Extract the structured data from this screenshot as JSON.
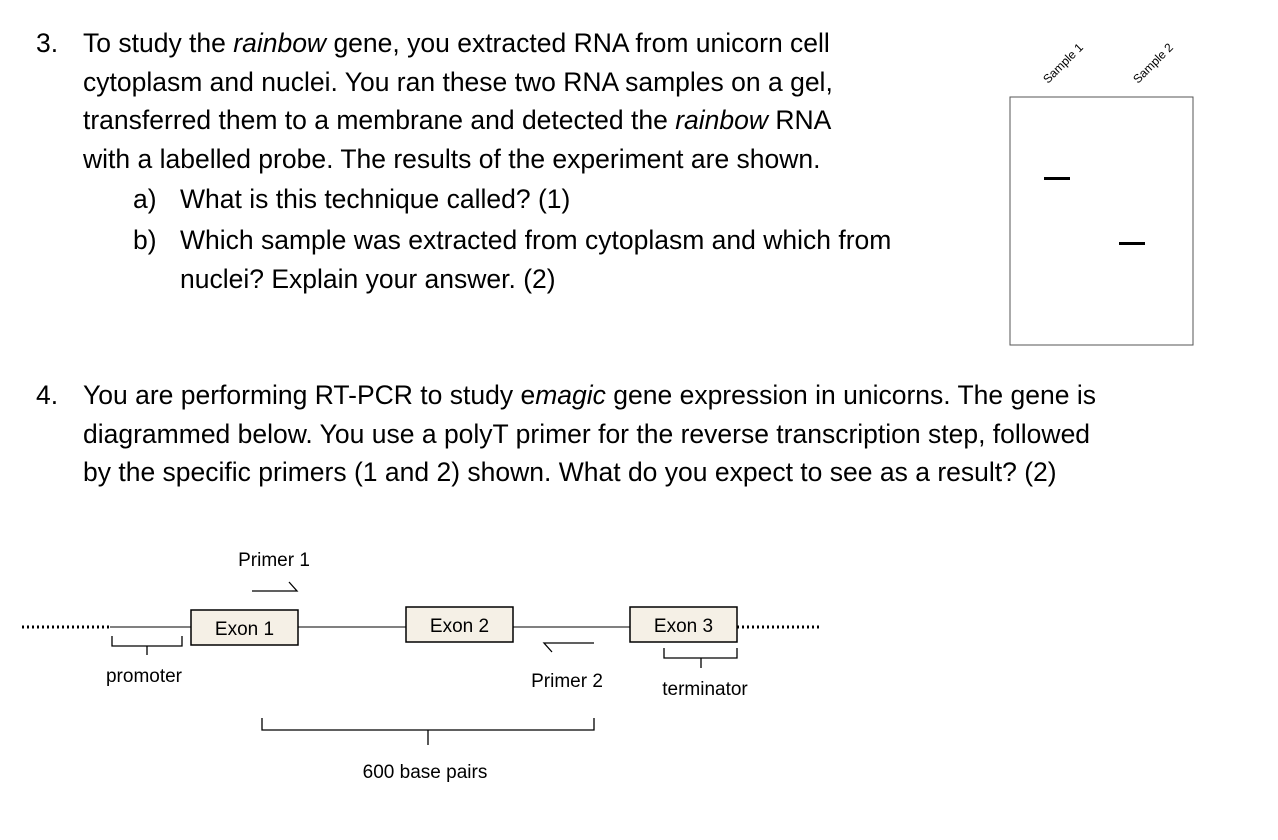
{
  "q3": {
    "number": "3.",
    "lines": [
      [
        "To study the ",
        "rainbow",
        " gene, you extracted RNA from unicorn cell"
      ],
      [
        "cytoplasm and nuclei. You ran these two RNA samples on a gel,"
      ],
      [
        "transferred them to a membrane and detected the ",
        "rainbow",
        " RNA"
      ],
      [
        "with a labelled probe.  The results of the experiment are shown."
      ]
    ],
    "a_label": "a)",
    "a_text": "What is this technique called? (1)",
    "b_label": "b)",
    "b_lines": [
      "Which sample was extracted from cytoplasm and which from",
      "nuclei?  Explain your answer. (2)"
    ]
  },
  "blot": {
    "lane1_label": "Sample 1",
    "lane2_label": "Sample 2"
  },
  "q4": {
    "number": "4.",
    "lines": [
      [
        "You are performing RT-PCR to study e",
        "magic",
        " gene expression in unicorns. The gene is"
      ],
      [
        "diagrammed below. You use a polyT primer for the reverse transcription step, followed"
      ],
      [
        "by the specific primers (1 and 2) shown. What do you expect to see as a result? (2)"
      ]
    ]
  },
  "diagram": {
    "primer1": "Primer 1",
    "primer2": "Primer 2",
    "exon1": "Exon 1",
    "exon2": "Exon 2",
    "exon3": "Exon 3",
    "promoter": "promoter",
    "terminator": "terminator",
    "length": "600 base pairs"
  }
}
